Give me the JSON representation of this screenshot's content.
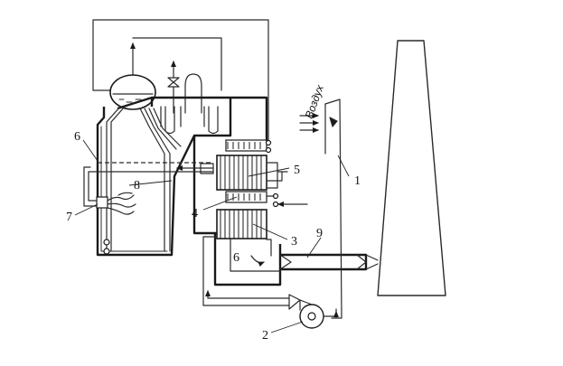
{
  "diagram": {
    "labels": {
      "n1": "1",
      "n2": "2",
      "n3": "3",
      "n4": "4",
      "n5": "5",
      "n6": "6",
      "n6b": "6",
      "n7": "7",
      "n8": "8",
      "n9": "9",
      "air": "Воздух"
    }
  }
}
